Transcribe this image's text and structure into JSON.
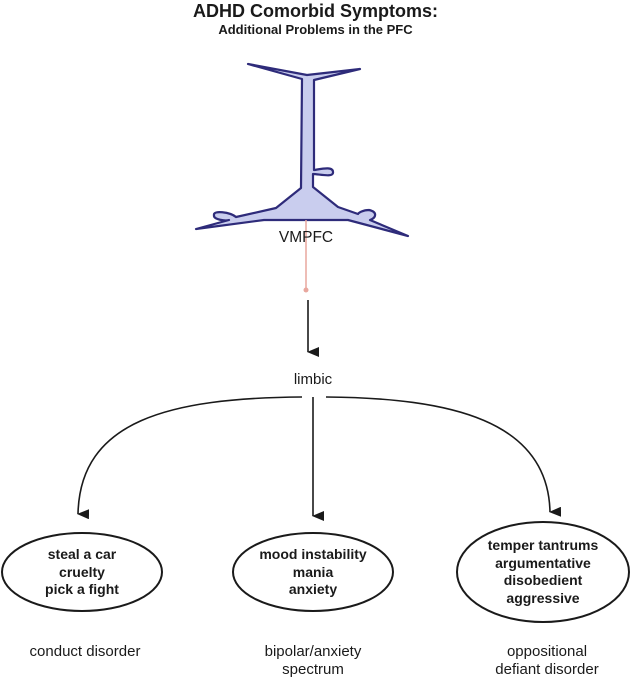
{
  "title": "ADHD Comorbid Symptoms:",
  "subtitle": "Additional Problems in the PFC",
  "colors": {
    "neuron_fill": "#c9cdee",
    "neuron_stroke": "#2e2b7a",
    "axon": "#e8a79e",
    "arrow": "#1a1a1a"
  },
  "neuron": {
    "label": "VMPFC",
    "icon": "pyramidal-neuron-icon"
  },
  "hub": {
    "label": "limbic"
  },
  "branches": [
    {
      "symptoms": [
        "steal a car",
        "cruelty",
        "pick a fight"
      ],
      "disorder_lines": [
        "conduct disorder"
      ]
    },
    {
      "symptoms": [
        "mood instability",
        "mania",
        "anxiety"
      ],
      "disorder_lines": [
        "bipolar/anxiety",
        "spectrum"
      ]
    },
    {
      "symptoms": [
        "temper tantrums",
        "argumentative",
        "disobedient",
        "aggressive"
      ],
      "disorder_lines": [
        "oppositional",
        "defiant disorder"
      ]
    }
  ]
}
